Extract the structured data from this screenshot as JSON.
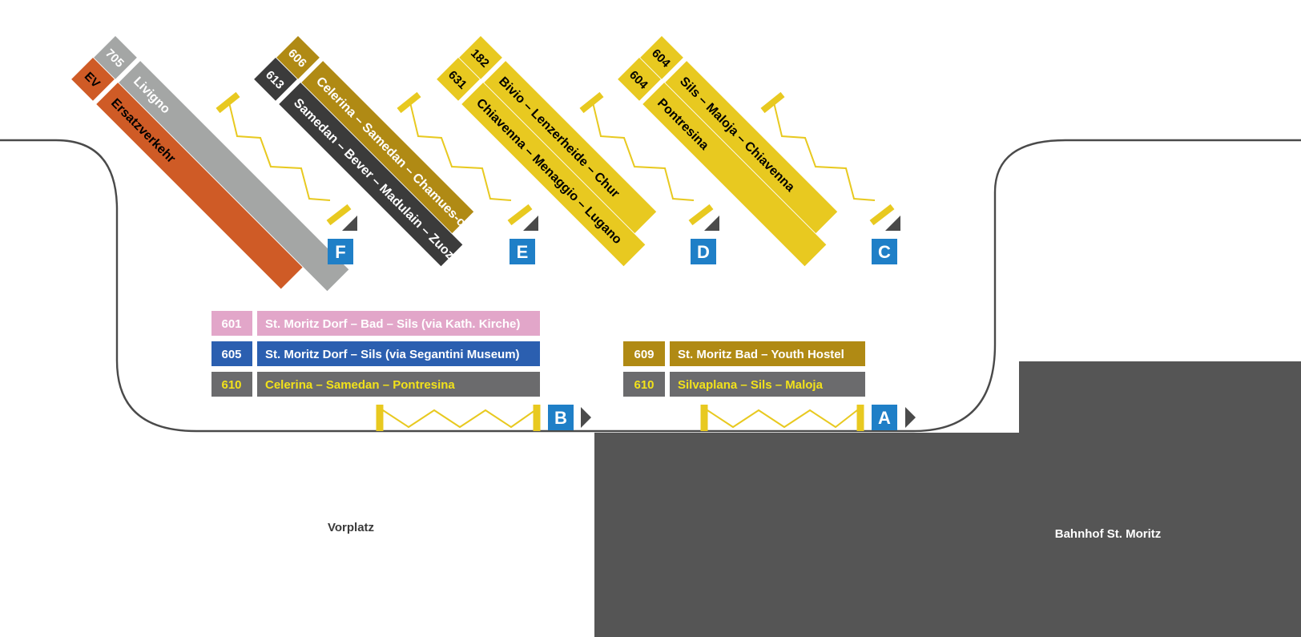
{
  "map": {
    "areas": {
      "forecourt": "Vorplatz",
      "station": "Bahnhof St. Moritz"
    },
    "colors": {
      "curb": "#4a4a4a",
      "station_building": "#555555",
      "platform_marker": "#e8c920",
      "stop_badge": "#1f7fc7",
      "direction_arrow": "#4a4a4a"
    },
    "diagonal_stops": [
      {
        "letter": "F",
        "routes": [
          {
            "number": "705",
            "destination": "Livigno",
            "color": "#a4a6a5",
            "text_color": "#ffffff"
          },
          {
            "number": "EV",
            "destination": "Ersatzverkehr",
            "color": "#cf5b26",
            "text_color": "#000000"
          }
        ]
      },
      {
        "letter": "E",
        "routes": [
          {
            "number": "606",
            "destination": "Celerina – Samedan – Chamues-ch",
            "color": "#b08a14",
            "text_color": "#ffffff"
          },
          {
            "number": "613",
            "destination": "Samedan – Bever – Madulain – Zuoz",
            "color": "#3b3b3b",
            "text_color": "#ffffff"
          }
        ]
      },
      {
        "letter": "D",
        "routes": [
          {
            "number": "182",
            "destination": "Bivio – Lenzerheide – Chur",
            "color": "#e8c920",
            "text_color": "#000000"
          },
          {
            "number": "631",
            "destination": "Chiavenna – Menaggio – Lugano",
            "color": "#e8c920",
            "text_color": "#000000"
          }
        ]
      },
      {
        "letter": "C",
        "routes": [
          {
            "number": "604",
            "destination": "Sils – Maloja – Chiavenna",
            "color": "#e8c920",
            "text_color": "#000000"
          },
          {
            "number": "604",
            "destination": "Pontresina",
            "color": "#e8c920",
            "text_color": "#000000"
          }
        ]
      }
    ],
    "linear_stops": [
      {
        "letter": "B",
        "routes": [
          {
            "number": "601",
            "destination": "St. Moritz Dorf – Bad – Sils (via Kath. Kirche)",
            "color": "#e2a6c9",
            "text_color": "#ffffff"
          },
          {
            "number": "605",
            "destination": "St. Moritz Dorf – Sils (via Segantini Museum)",
            "color": "#2b5fb0",
            "text_color": "#ffffff"
          },
          {
            "number": "610",
            "destination": "Celerina – Samedan – Pontresina",
            "color": "#6b6b6d",
            "text_color": "#f2e21a"
          }
        ]
      },
      {
        "letter": "A",
        "routes": [
          {
            "number": "609",
            "destination": "St. Moritz Bad – Youth Hostel",
            "color": "#b08a14",
            "text_color": "#ffffff"
          },
          {
            "number": "610",
            "destination": "Silvaplana – Sils – Maloja",
            "color": "#6b6b6d",
            "text_color": "#f2e21a"
          }
        ]
      }
    ]
  }
}
